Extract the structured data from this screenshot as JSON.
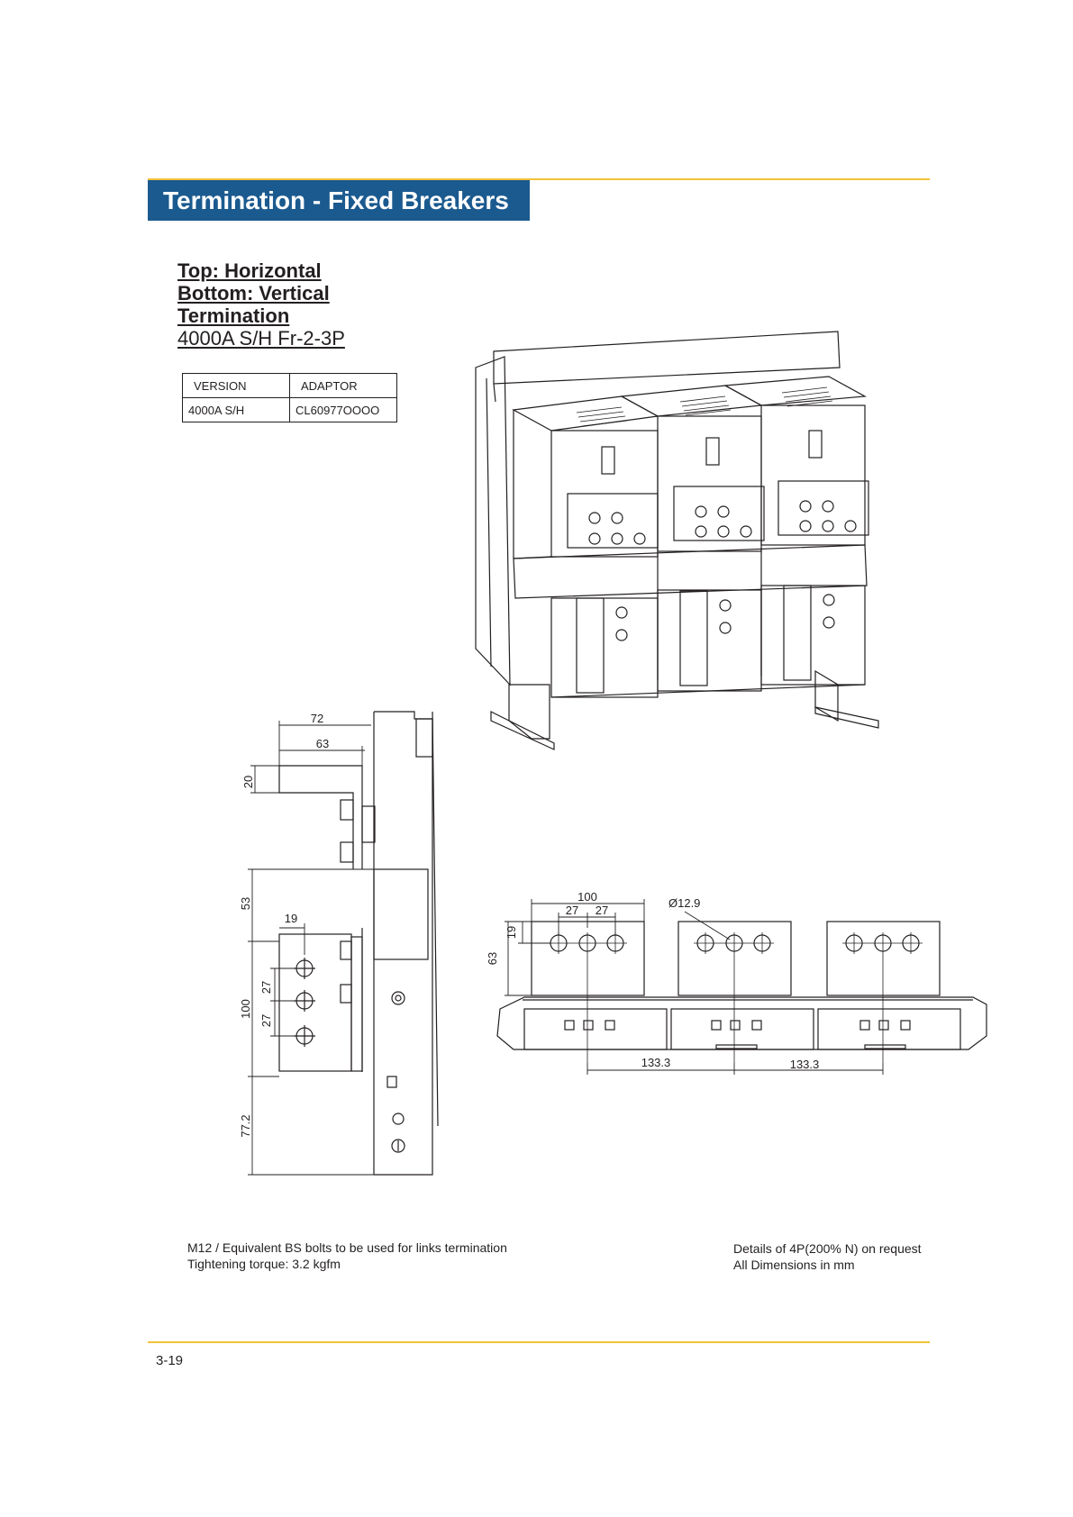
{
  "header": {
    "title": "Termination - Fixed Breakers"
  },
  "subheading": {
    "line1": "Top: Horizontal",
    "line2": "Bottom: Vertical",
    "line3": "Termination",
    "model": "4000A S/H Fr-2-3P"
  },
  "version_table": {
    "headers": [
      "VERSION",
      "ADAPTOR"
    ],
    "rows": [
      [
        "4000A S/H",
        "CL60977OOOO"
      ]
    ]
  },
  "side_view_dims": {
    "d72": "72",
    "d63": "63",
    "d20": "20",
    "d53": "53",
    "d19": "19",
    "d100": "100",
    "d27a": "27",
    "d27b": "27",
    "d77_2": "77.2"
  },
  "front_view_dims": {
    "d100": "100",
    "d27a": "27",
    "d27b": "27",
    "d63": "63",
    "d19": "19",
    "hole": "Ø12.9",
    "pitch1": "133.3",
    "pitch2": "133.3"
  },
  "notes": {
    "left_line1": "M12 / Equivalent BS bolts to be used for links termination",
    "left_line2": "Tightening torque: 3.2 kgfm",
    "right_line1": "Details of 4P(200% N) on request",
    "right_line2": "All Dimensions in mm"
  },
  "footer": {
    "page_number": "3-19"
  },
  "colors": {
    "title_bg": "#1b5a8f",
    "rule": "#f2c23a",
    "ink": "#231f20"
  }
}
